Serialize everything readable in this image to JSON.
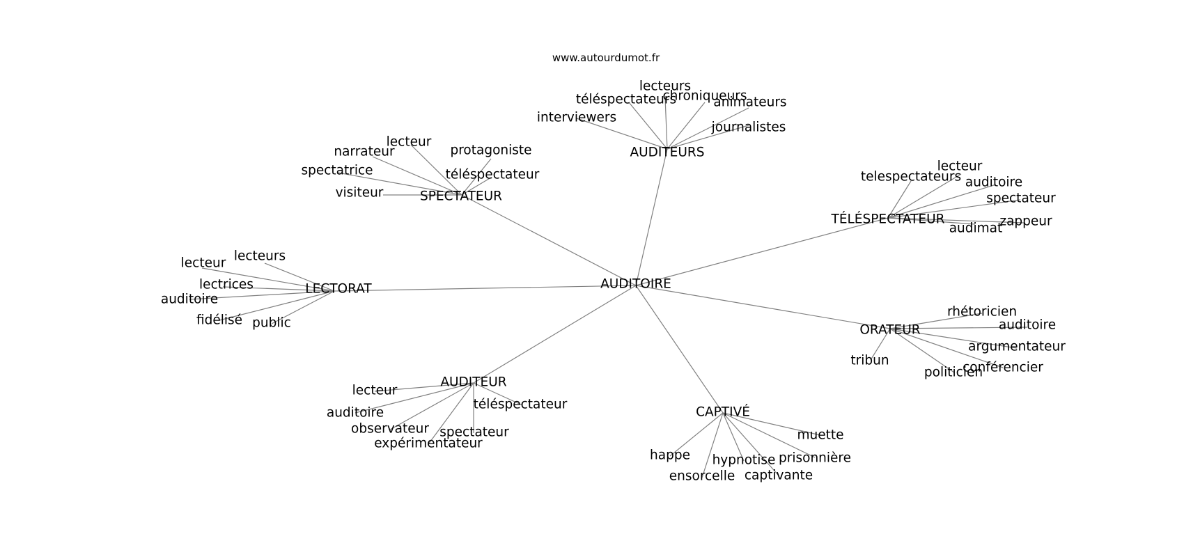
{
  "credit": "www.autourdumot.fr",
  "graph": {
    "center": "AUDITOIRE",
    "groups": [
      {
        "hub": "AUDITEURS",
        "words": [
          "lecteurs",
          "téléspectateurs",
          "chroniqueurs",
          "animateurs",
          "interviewers",
          "journalistes"
        ]
      },
      {
        "hub": "SPECTATEUR",
        "words": [
          "lecteur",
          "narrateur",
          "protagoniste",
          "spectatrice",
          "téléspectateur",
          "visiteur"
        ]
      },
      {
        "hub": "TÉLÉSPECTATEUR",
        "words": [
          "lecteur",
          "telespectateurs",
          "auditoire",
          "spectateur",
          "zappeur",
          "audimat"
        ]
      },
      {
        "hub": "LECTORAT",
        "words": [
          "lecteurs",
          "lecteur",
          "lectrices",
          "auditoire",
          "fidélisé",
          "public"
        ]
      },
      {
        "hub": "ORATEUR",
        "words": [
          "rhétoricien",
          "auditoire",
          "argumentateur",
          "tribun",
          "conférencier",
          "politicien"
        ]
      },
      {
        "hub": "AUDITEUR",
        "words": [
          "lecteur",
          "téléspectateur",
          "auditoire",
          "observateur",
          "spectateur",
          "expérimentateur"
        ]
      },
      {
        "hub": "CAPTIVÉ",
        "words": [
          "muette",
          "happe",
          "prisonnière",
          "hypnotise",
          "captivante",
          "ensorcelle"
        ]
      }
    ]
  }
}
